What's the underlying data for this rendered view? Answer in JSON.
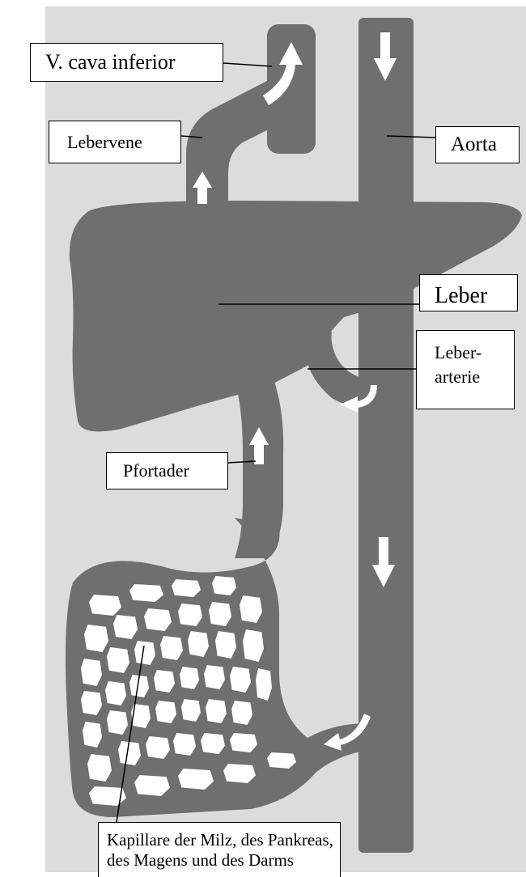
{
  "colors": {
    "page_background": "#ffffff",
    "panel_background": "#dcdcdc",
    "vessel": "#6f6f6f",
    "arrow": "#ffffff",
    "label_border": "#000000",
    "leader_line": "#000000"
  },
  "labels": {
    "vena_cava": "V. cava inferior",
    "lebervene": "Lebervene",
    "aorta": "Aorta",
    "leber": "Leber",
    "leberarterie_line1": "Leber-",
    "leberarterie_line2": "arterie",
    "pfortader": "Pfortader",
    "kapillare_line1": "Kapillare der Milz, des Pankreas,",
    "kapillare_line2": "des Magens und des Darms"
  }
}
